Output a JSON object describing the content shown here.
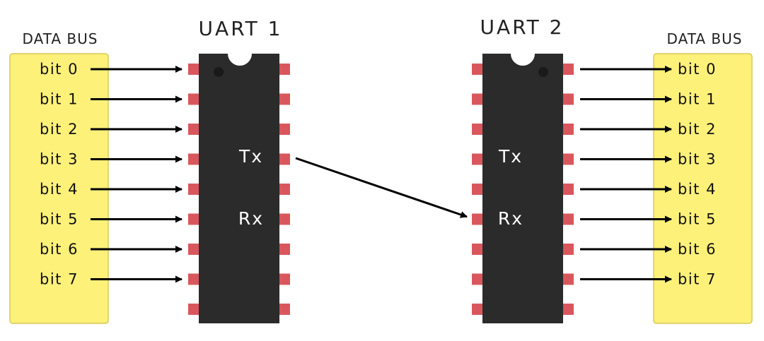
{
  "colors": {
    "bus_fill": "#fdf17a",
    "bus_stroke": "#d9c955",
    "chip_body": "#2b2b2b",
    "pin": "#d9575c",
    "arrow": "#000000",
    "chip_text": "#ffffff"
  },
  "left_bus": {
    "label": "DATA BUS",
    "bits": [
      "bit 0",
      "bit 1",
      "bit 2",
      "bit 3",
      "bit 4",
      "bit 5",
      "bit 6",
      "bit 7"
    ]
  },
  "right_bus": {
    "label": "DATA BUS",
    "bits": [
      "bit 0",
      "bit 1",
      "bit 2",
      "bit 3",
      "bit 4",
      "bit 5",
      "bit 6",
      "bit 7"
    ]
  },
  "uart1": {
    "title": "UART 1",
    "tx": "Tx",
    "rx": "Rx"
  },
  "uart2": {
    "title": "UART 2",
    "tx": "Tx",
    "rx": "Rx"
  }
}
